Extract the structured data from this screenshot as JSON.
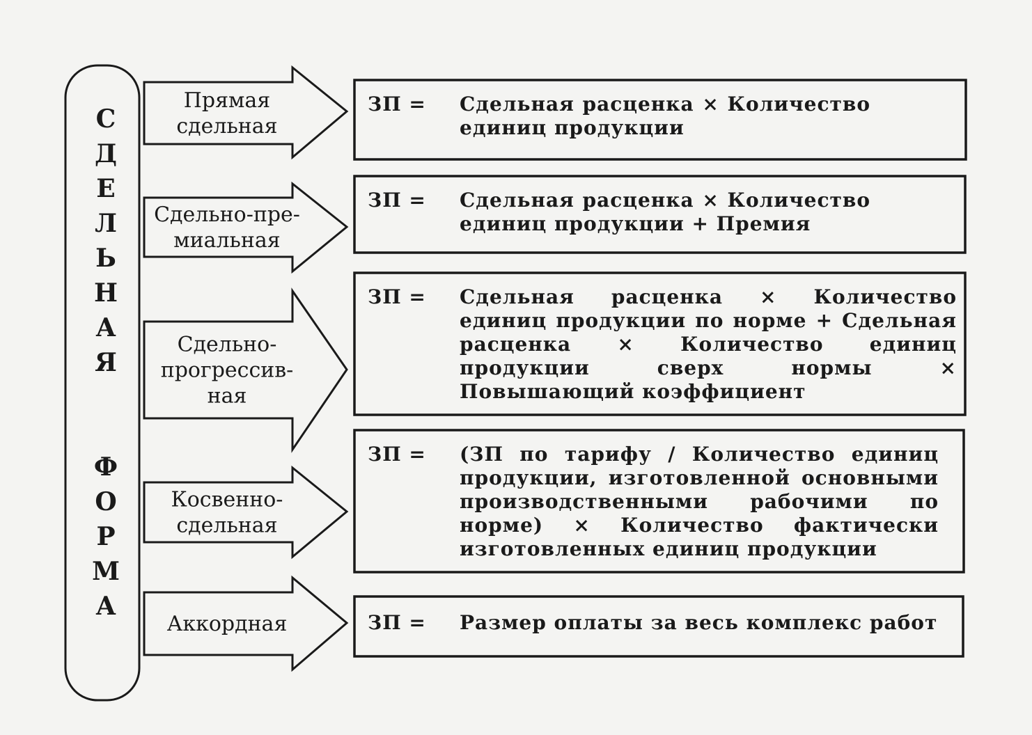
{
  "vertical_title": [
    "С",
    "Д",
    "Е",
    "Л",
    "Ь",
    "Н",
    "А",
    "Я",
    "",
    "Ф",
    "О",
    "Р",
    "М",
    "А"
  ],
  "rows": [
    {
      "arrow_lines": [
        "Прямая",
        "сдельная"
      ],
      "lhs": "ЗП =",
      "rhs": "Сдельная расценка × Количество единиц продукции"
    },
    {
      "arrow_lines": [
        "Сдельно-пре-",
        "миальная"
      ],
      "lhs": "ЗП =",
      "rhs": "Сдельная расценка × Количество единиц продукции + Премия"
    },
    {
      "arrow_lines": [
        "Сдельно-",
        "прогрессив-",
        "ная"
      ],
      "lhs": "ЗП =",
      "rhs": "Сдельная расценка × Количество единиц продукции по норме + Сдельная расценка × Количество единиц продукции сверх нормы × Повышающий коэффициент"
    },
    {
      "arrow_lines": [
        "Косвенно-",
        "сдельная"
      ],
      "lhs": "ЗП =",
      "rhs": "(ЗП по тарифу / Количество единиц продукции, изготовленной основными производственными рабочими по норме) × Количество фактически изготовленных единиц продукции"
    },
    {
      "arrow_lines": [
        "Аккордная"
      ],
      "lhs": "ЗП =",
      "rhs": "Размер оплаты за весь комплекс работ"
    }
  ]
}
